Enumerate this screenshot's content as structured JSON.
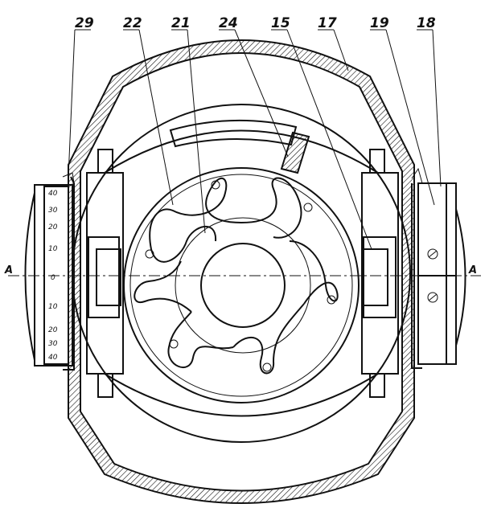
{
  "figure": {
    "reference_labels": [
      "29",
      "22",
      "21",
      "24",
      "15",
      "17",
      "19",
      "18"
    ],
    "section_marks": {
      "left": "A",
      "right": "A"
    },
    "scale_ticks": [
      "40",
      "30",
      "20",
      "10",
      "0",
      "10",
      "20",
      "30",
      "40"
    ]
  },
  "colors": {
    "ink": "#111111",
    "paper": "#ffffff"
  }
}
